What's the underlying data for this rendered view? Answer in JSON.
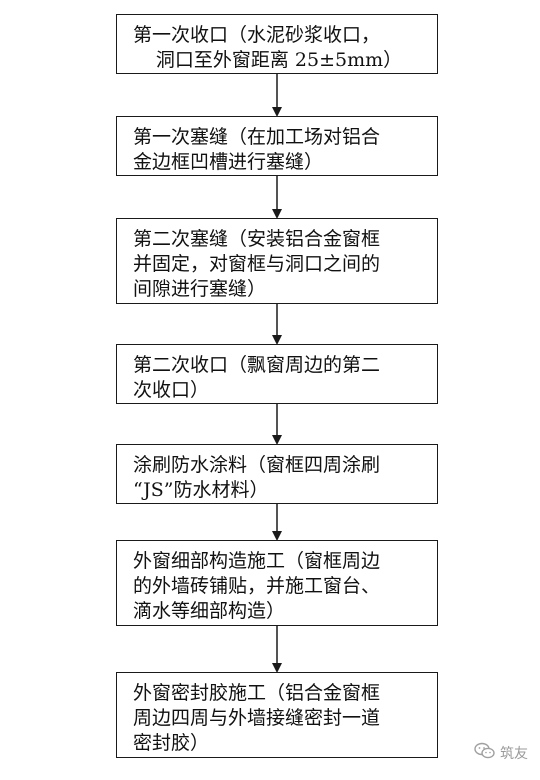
{
  "steps": [
    {
      "lines": [
        "第一次收口（水泥砂浆收口，",
        "洞口至外窗距离 25±5mm）"
      ]
    },
    {
      "lines": [
        "第一次塞缝（在加工场对铝合",
        "金边框凹槽进行塞缝）"
      ]
    },
    {
      "lines": [
        "第二次塞缝（安装铝合金窗框",
        "并固定，对窗框与洞口之间的",
        "间隙进行塞缝）"
      ]
    },
    {
      "lines": [
        "第二次收口（飘窗周边的第二",
        "次收口）"
      ]
    },
    {
      "lines": [
        "涂刷防水涂料（窗框四周涂刷",
        "“JS”防水材料）"
      ]
    },
    {
      "lines": [
        "外窗细部构造施工（窗框周边",
        "的外墙砖铺贴，并施工窗台、",
        "滴水等细部构造）"
      ]
    },
    {
      "lines": [
        "外窗密封胶施工（铝合金窗框",
        "周边四周与外墙接缝密封一道",
        "密封胶）"
      ]
    }
  ],
  "watermark": {
    "text": "筑友",
    "icon": "wechat-icon"
  }
}
